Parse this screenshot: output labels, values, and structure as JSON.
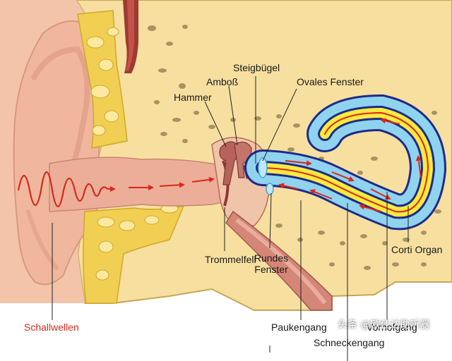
{
  "labels": {
    "steigbuegel": "Steigbügel",
    "amboss": "Amboß",
    "hammer": "Hammer",
    "ovales_fenster": "Ovales Fenster",
    "trommelfell": "Trommelfell",
    "rundes_fenster_line1": "Rundes",
    "rundes_fenster_line2": "Fenster",
    "corti_organ": "Corti Organ",
    "paukengang": "Paukengang",
    "vorhofgang": "Vorhofgang",
    "schneckengang": "Schneckengang",
    "schallwellen": "Schallwellen"
  },
  "watermark": "头条 @欧仕达助听器",
  "colors": {
    "skin": "#f3c4a9",
    "skin_dark": "#dd977c",
    "bone": "#f7dfa0",
    "bone_pore": "#6a5530",
    "cartilage": "#f1cf52",
    "canal": "#ecae98",
    "cochlea_outer": "#8fd3ef",
    "cochlea_yellow": "#f8ea3e",
    "cochlea_dark": "#1e2a8a",
    "arrow": "#e02418",
    "ossicle": "#b76359"
  }
}
